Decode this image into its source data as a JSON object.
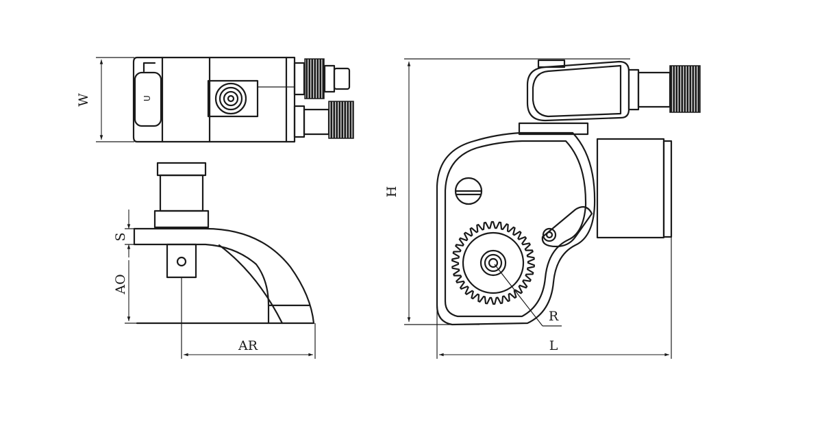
{
  "labels": {
    "width": "W",
    "height": "H",
    "square_drive_offset": "S",
    "ao": "AO",
    "ar": "AR",
    "radius": "R",
    "length": "L"
  }
}
